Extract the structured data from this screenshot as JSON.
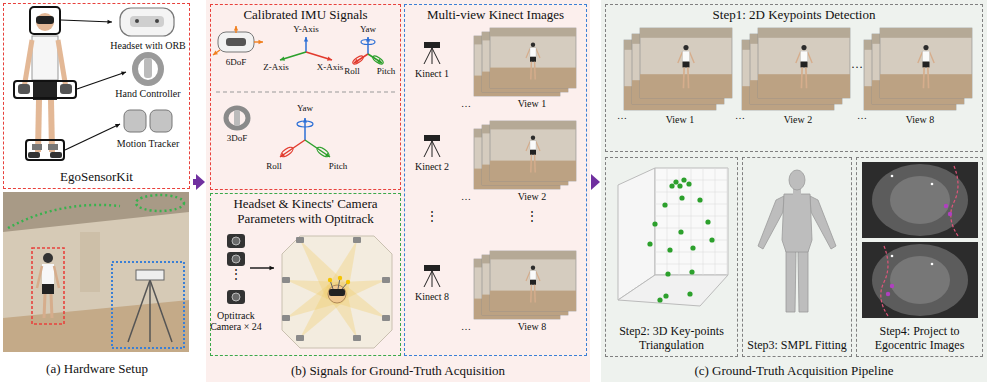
{
  "diagram": {
    "nodes": [
      {
        "text": [
          "(a) Hardware Setup"
        ]
      },
      {
        "text": [
          "EgoSensorKit"
        ],
        "in": 0
      },
      {
        "text": [
          "(b) Signals for Ground-Truth Acquisition"
        ]
      },
      {
        "text": [
          "Calibrated IMU Signals"
        ],
        "in": 2
      },
      {
        "text": [
          "Headset & Kinects' Camera Parameters with Optitrack"
        ],
        "in": 2
      },
      {
        "text": [
          "Multi-view Kinect Images"
        ],
        "in": 2
      },
      {
        "text": [
          "(c) Ground-Truth Acquisition Pipeline"
        ]
      },
      {
        "text": [
          "Step1: 2D Keypoints Detection"
        ],
        "in": 6
      },
      {
        "text": [
          "Step2: 3D Key-points Triangulation"
        ],
        "in": 6
      },
      {
        "text": [
          "Step3: SMPL Fitting"
        ],
        "in": 6
      },
      {
        "text": [
          "Step4: Project to Egocentric Images"
        ],
        "in": 6
      }
    ],
    "edges": [
      {
        "from": 0,
        "to": 2,
        "arrow": "to"
      },
      {
        "from": 2,
        "to": 6,
        "arrow": "to"
      }
    ],
    "labels": [
      "Headset with ORB",
      "Hand Controller",
      "Motion Tracker",
      "6DoF",
      "Y-Axis",
      "Yaw",
      "Z-Axis",
      "X-Axis",
      "Roll",
      "Pitch",
      "3DoF",
      "Yaw",
      "Roll",
      "Pitch",
      "Optitrack Camera × 24",
      "⋮",
      "Kinect 1",
      "…",
      "View 1",
      "Kinect 2",
      "…",
      "View 2",
      "⋮",
      "⋮",
      "Kinect 8",
      "…",
      "View 8",
      "…",
      "View 1",
      "…",
      "View 2",
      "…",
      "…",
      "View 8"
    ]
  }
}
